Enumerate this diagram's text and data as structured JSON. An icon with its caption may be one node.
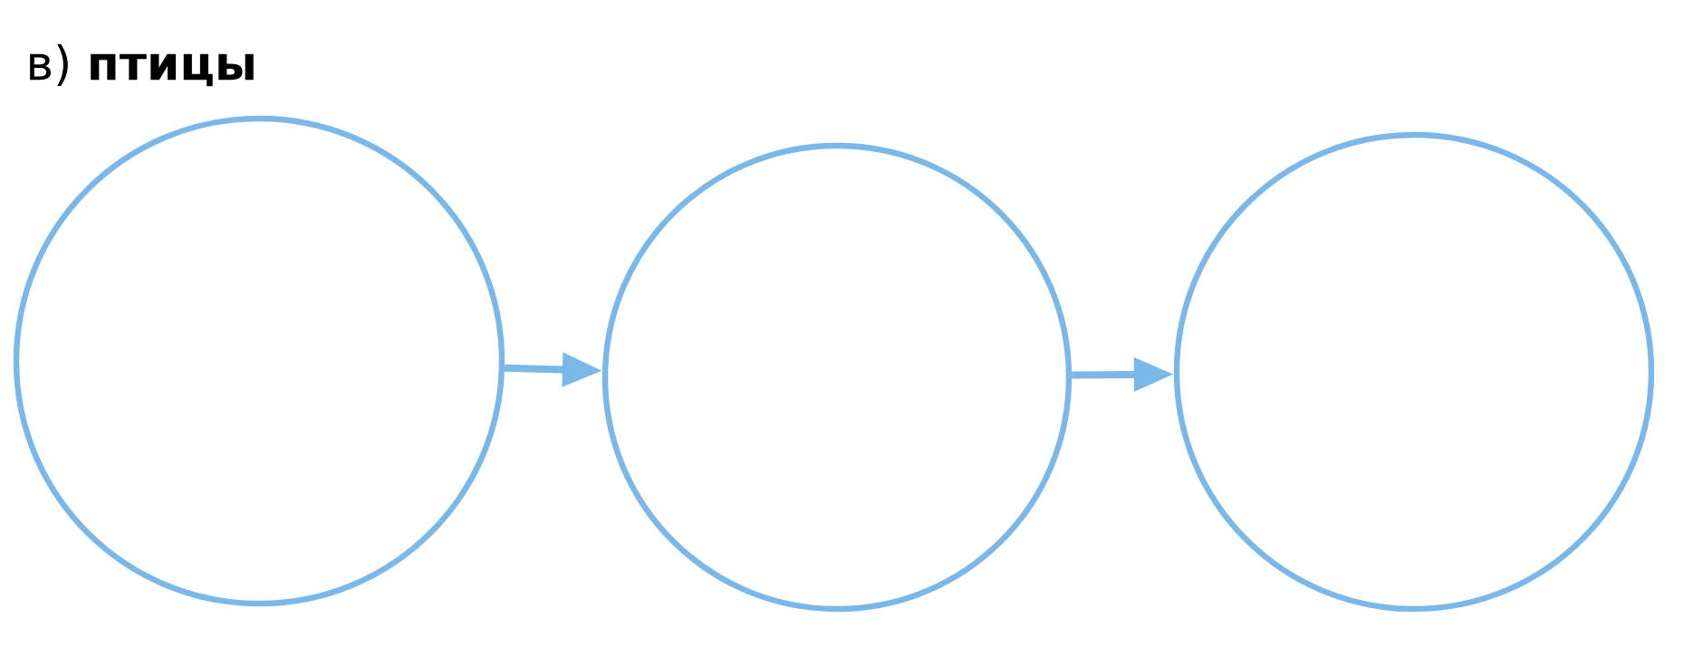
{
  "diagram": {
    "title": "в) **птицы**",
    "nodes": [
      {
        "text": [],
        "shape": "circle"
      },
      {
        "text": [],
        "shape": "circle"
      },
      {
        "text": [],
        "shape": "circle"
      }
    ],
    "edges": [
      {
        "from": 0,
        "to": 1,
        "arrow": "to"
      },
      {
        "from": 1,
        "to": 2,
        "arrow": "to"
      }
    ]
  }
}
